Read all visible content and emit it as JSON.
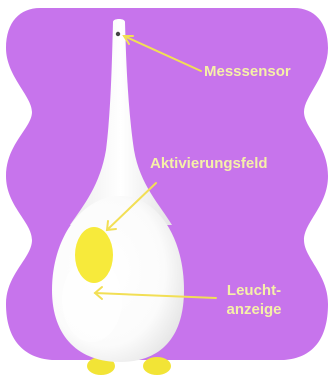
{
  "labels": {
    "sensor": "Messsensor",
    "activation_field": "Aktivierungsfeld",
    "indicator_line1": "Leucht-",
    "indicator_line2": "anzeige"
  },
  "colors": {
    "background_blob": "#c774ec",
    "device_body": "#ffffff",
    "activation_field": "#f7ea3b",
    "feet": "#f2e436",
    "label_text": "#f6f0a8",
    "arrow": "#f2df55"
  },
  "icons": {
    "device": "egg-shaped-thermometer",
    "arrows": "pointer-arrow"
  }
}
